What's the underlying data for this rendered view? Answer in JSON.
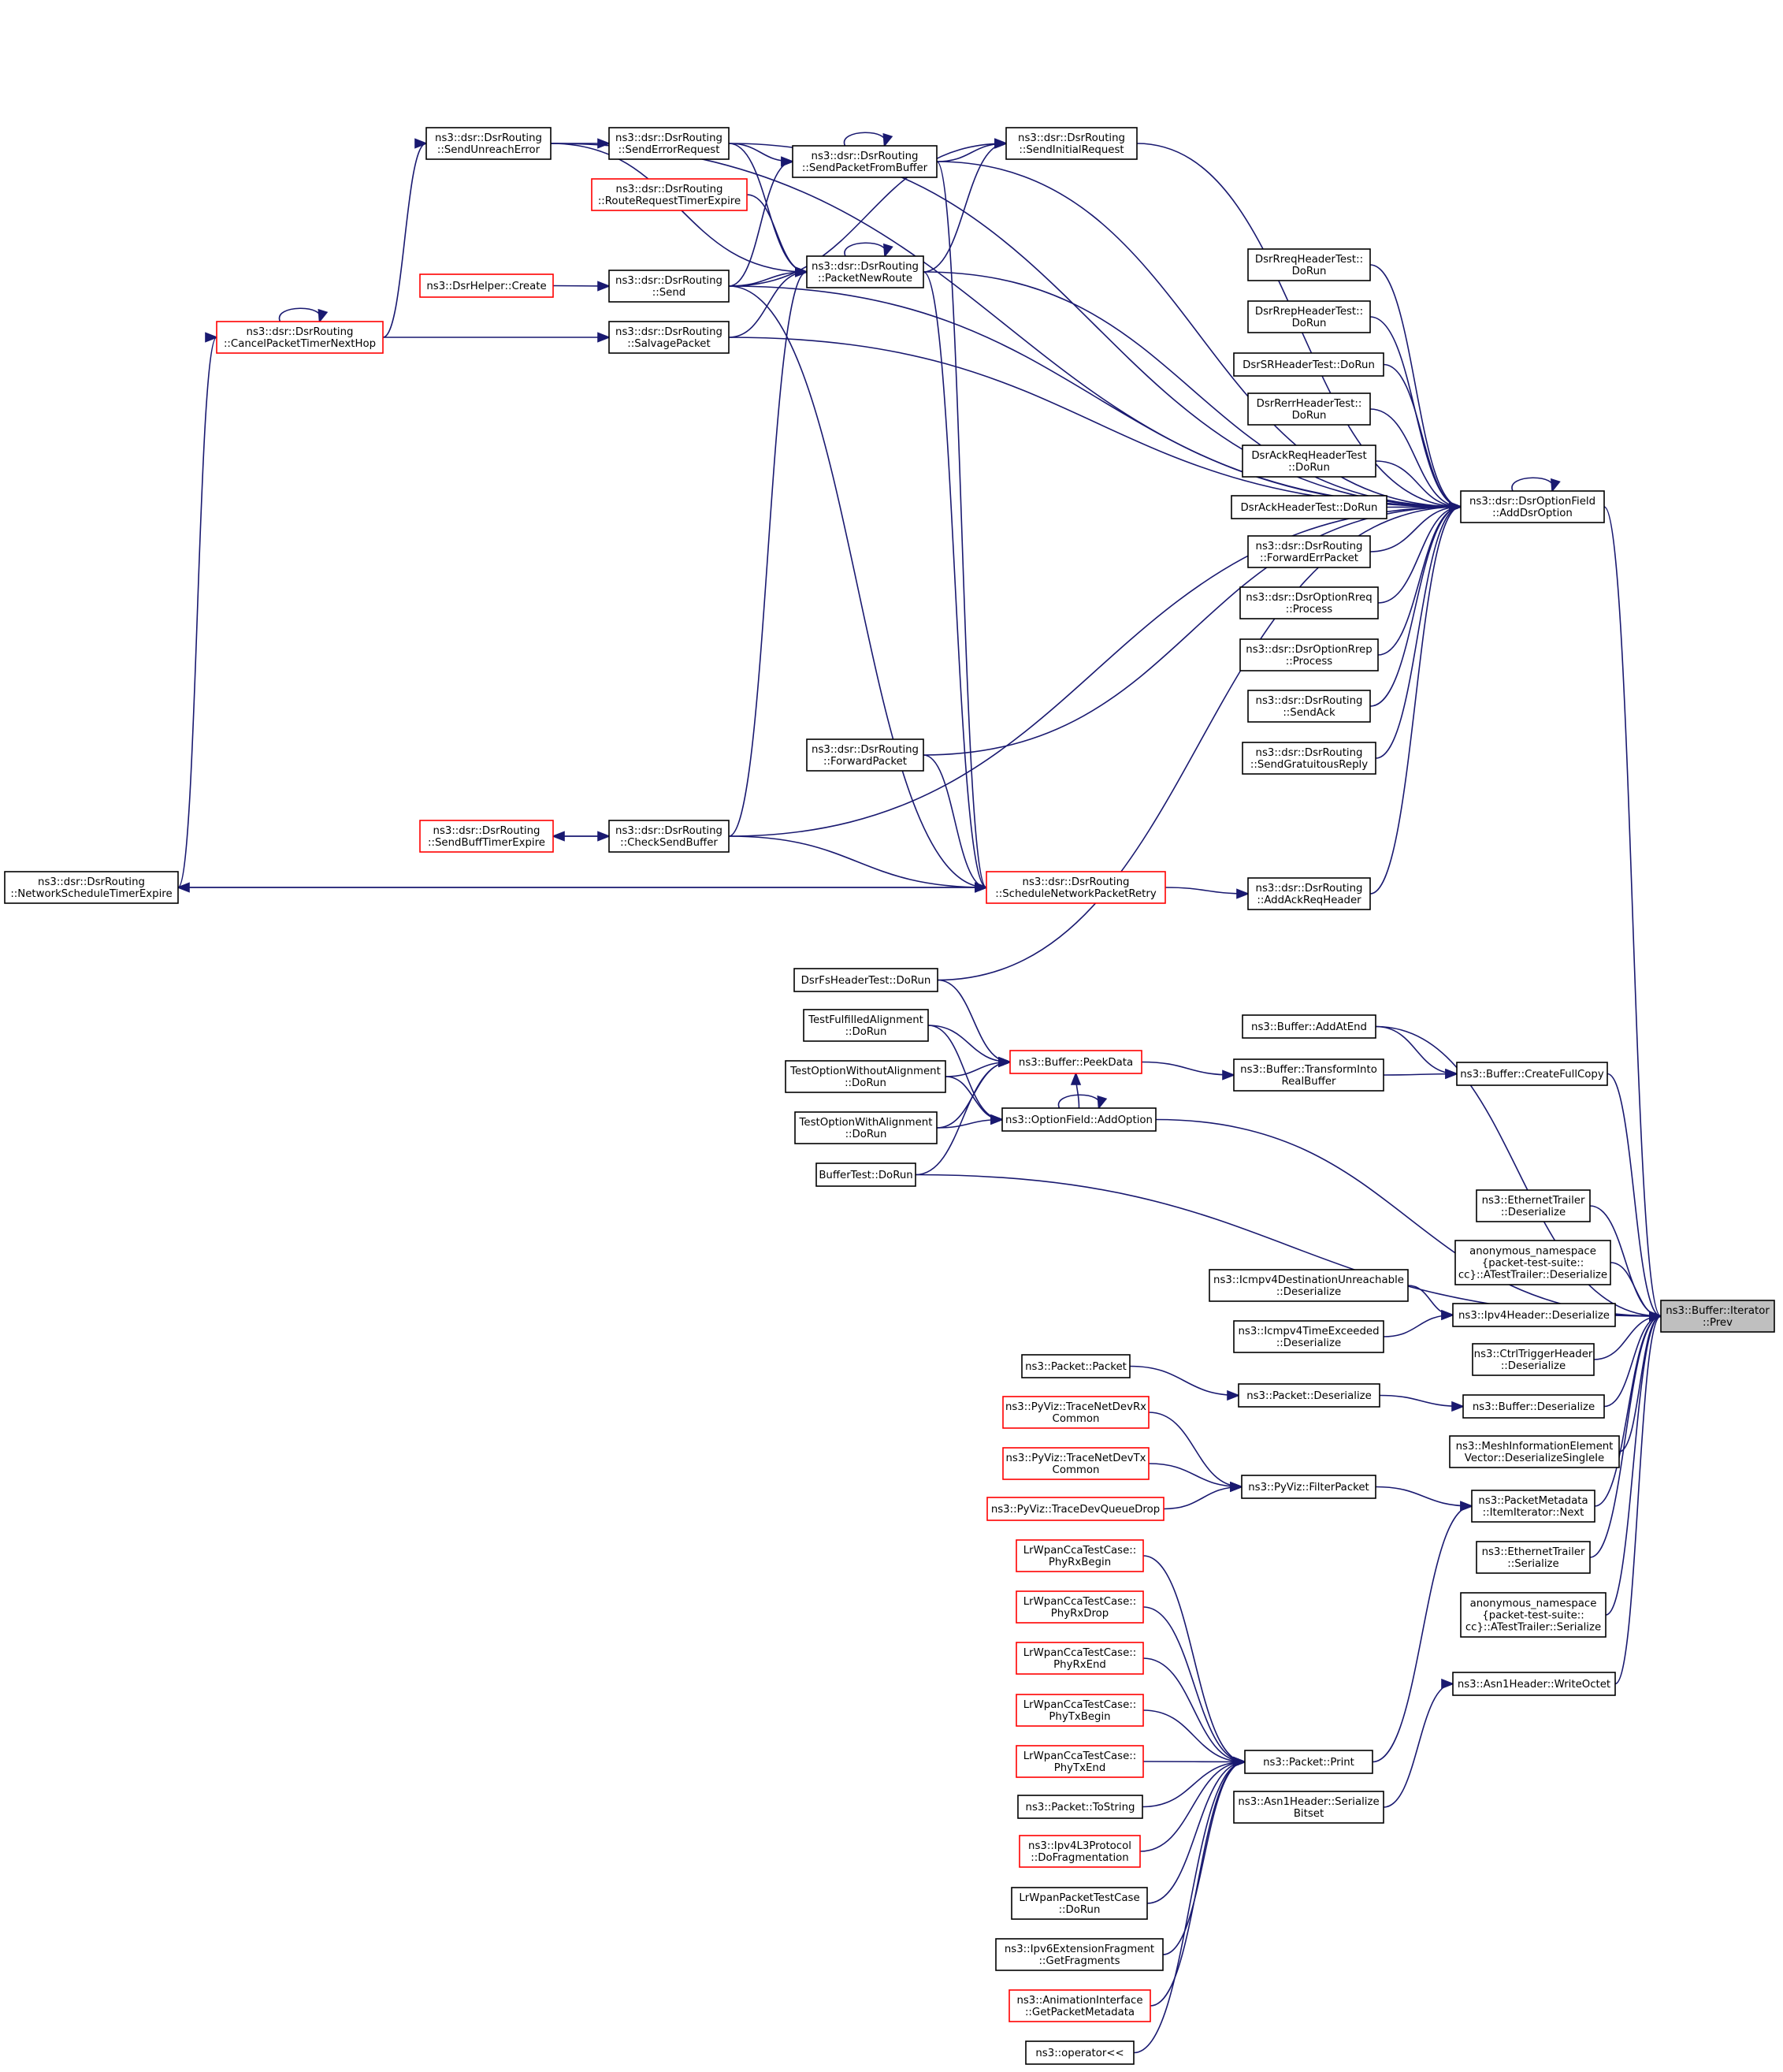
{
  "graph": {
    "current_node": "ns3::Buffer::Iterator::Prev",
    "colors": {
      "edge": "#191970",
      "node_border": "#000000",
      "red_border": "#ff0000",
      "current_fill": "#bfbfbf"
    },
    "nodes": [
      {
        "id": "prev",
        "lines": [
          "ns3::Buffer::Iterator",
          "::Prev"
        ],
        "style": "current"
      },
      {
        "id": "addDsrOption",
        "lines": [
          "ns3::dsr::DsrOptionField",
          "::AddDsrOption"
        ],
        "style": "normal"
      },
      {
        "id": "sendUnreachError",
        "lines": [
          "ns3::dsr::DsrRouting",
          "::SendUnreachError"
        ],
        "style": "normal"
      },
      {
        "id": "sendErrorRequest",
        "lines": [
          "ns3::dsr::DsrRouting",
          "::SendErrorRequest"
        ],
        "style": "normal"
      },
      {
        "id": "sendPacketFromBuffer",
        "lines": [
          "ns3::dsr::DsrRouting",
          "::SendPacketFromBuffer"
        ],
        "style": "normal"
      },
      {
        "id": "sendInitialRequest",
        "lines": [
          "ns3::dsr::DsrRouting",
          "::SendInitialRequest"
        ],
        "style": "normal"
      },
      {
        "id": "routeRequestTimerExpire",
        "lines": [
          "ns3::dsr::DsrRouting",
          "::RouteRequestTimerExpire"
        ],
        "style": "red"
      },
      {
        "id": "dsrHelperCreate",
        "lines": [
          "ns3::DsrHelper::Create"
        ],
        "style": "red"
      },
      {
        "id": "send",
        "lines": [
          "ns3::dsr::DsrRouting",
          "::Send"
        ],
        "style": "normal"
      },
      {
        "id": "packetNewRoute",
        "lines": [
          "ns3::dsr::DsrRouting",
          "::PacketNewRoute"
        ],
        "style": "normal"
      },
      {
        "id": "cancelPacketTimerNextHop",
        "lines": [
          "ns3::dsr::DsrRouting",
          "::CancelPacketTimerNextHop"
        ],
        "style": "red"
      },
      {
        "id": "salvagePacket",
        "lines": [
          "ns3::dsr::DsrRouting",
          "::SalvagePacket"
        ],
        "style": "normal"
      },
      {
        "id": "rreqTest",
        "lines": [
          "DsrRreqHeaderTest::",
          "DoRun"
        ],
        "style": "normal"
      },
      {
        "id": "rrepTest",
        "lines": [
          "DsrRrepHeaderTest::",
          "DoRun"
        ],
        "style": "normal"
      },
      {
        "id": "srTest",
        "lines": [
          "DsrSRHeaderTest::DoRun"
        ],
        "style": "normal"
      },
      {
        "id": "rerrTest",
        "lines": [
          "DsrRerrHeaderTest::",
          "DoRun"
        ],
        "style": "normal"
      },
      {
        "id": "ackReqTest",
        "lines": [
          "DsrAckReqHeaderTest",
          "::DoRun"
        ],
        "style": "normal"
      },
      {
        "id": "ackTest",
        "lines": [
          "DsrAckHeaderTest::DoRun"
        ],
        "style": "normal"
      },
      {
        "id": "forwardErrPacket",
        "lines": [
          "ns3::dsr::DsrRouting",
          "::ForwardErrPacket"
        ],
        "style": "normal"
      },
      {
        "id": "optRreqProcess",
        "lines": [
          "ns3::dsr::DsrOptionRreq",
          "::Process"
        ],
        "style": "normal"
      },
      {
        "id": "optRrepProcess",
        "lines": [
          "ns3::dsr::DsrOptionRrep",
          "::Process"
        ],
        "style": "normal"
      },
      {
        "id": "sendAck",
        "lines": [
          "ns3::dsr::DsrRouting",
          "::SendAck"
        ],
        "style": "normal"
      },
      {
        "id": "sendGratuitousReply",
        "lines": [
          "ns3::dsr::DsrRouting",
          "::SendGratuitousReply"
        ],
        "style": "normal"
      },
      {
        "id": "forwardPacket",
        "lines": [
          "ns3::dsr::DsrRouting",
          "::ForwardPacket"
        ],
        "style": "normal"
      },
      {
        "id": "sendBuffTimerExpire",
        "lines": [
          "ns3::dsr::DsrRouting",
          "::SendBuffTimerExpire"
        ],
        "style": "red"
      },
      {
        "id": "checkSendBuffer",
        "lines": [
          "ns3::dsr::DsrRouting",
          "::CheckSendBuffer"
        ],
        "style": "normal"
      },
      {
        "id": "networkScheduleTimerExpire",
        "lines": [
          "ns3::dsr::DsrRouting",
          "::NetworkScheduleTimerExpire"
        ],
        "style": "normal"
      },
      {
        "id": "scheduleNetworkPacketRetry",
        "lines": [
          "ns3::dsr::DsrRouting",
          "::ScheduleNetworkPacketRetry"
        ],
        "style": "red"
      },
      {
        "id": "addAckReqHeader",
        "lines": [
          "ns3::dsr::DsrRouting",
          "::AddAckReqHeader"
        ],
        "style": "normal"
      },
      {
        "id": "fsTest",
        "lines": [
          "DsrFsHeaderTest::DoRun"
        ],
        "style": "normal"
      },
      {
        "id": "testFulfilled",
        "lines": [
          "TestFulfilledAlignment",
          "::DoRun"
        ],
        "style": "normal"
      },
      {
        "id": "testWithout",
        "lines": [
          "TestOptionWithoutAlignment",
          "::DoRun"
        ],
        "style": "normal"
      },
      {
        "id": "testWith",
        "lines": [
          "TestOptionWithAlignment",
          "::DoRun"
        ],
        "style": "normal"
      },
      {
        "id": "bufferTest",
        "lines": [
          "BufferTest::DoRun"
        ],
        "style": "normal"
      },
      {
        "id": "peekData",
        "lines": [
          "ns3::Buffer::PeekData"
        ],
        "style": "red"
      },
      {
        "id": "addOption",
        "lines": [
          "ns3::OptionField::AddOption"
        ],
        "style": "normal"
      },
      {
        "id": "transformInto",
        "lines": [
          "ns3::Buffer::TransformInto",
          "RealBuffer"
        ],
        "style": "normal"
      },
      {
        "id": "addAtEnd",
        "lines": [
          "ns3::Buffer::AddAtEnd"
        ],
        "style": "normal"
      },
      {
        "id": "createFullCopy",
        "lines": [
          "ns3::Buffer::CreateFullCopy"
        ],
        "style": "normal"
      },
      {
        "id": "ethTrailerDeser",
        "lines": [
          "ns3::EthernetTrailer",
          "::Deserialize"
        ],
        "style": "normal"
      },
      {
        "id": "aTestTrailerDeser",
        "lines": [
          "anonymous_namespace",
          "{packet-test-suite::",
          "cc}::ATestTrailer::Deserialize"
        ],
        "style": "normal"
      },
      {
        "id": "icmpDestUnreach",
        "lines": [
          "ns3::Icmpv4DestinationUnreachable",
          "::Deserialize"
        ],
        "style": "normal"
      },
      {
        "id": "icmpTimeExceeded",
        "lines": [
          "ns3::Icmpv4TimeExceeded",
          "::Deserialize"
        ],
        "style": "normal"
      },
      {
        "id": "ipv4HeaderDeser",
        "lines": [
          "ns3::Ipv4Header::Deserialize"
        ],
        "style": "normal"
      },
      {
        "id": "ctrlTriggerDeser",
        "lines": [
          "ns3::CtrlTriggerHeader",
          "::Deserialize"
        ],
        "style": "normal"
      },
      {
        "id": "packetPacket",
        "lines": [
          "ns3::Packet::Packet"
        ],
        "style": "normal"
      },
      {
        "id": "packetDeser",
        "lines": [
          "ns3::Packet::Deserialize"
        ],
        "style": "normal"
      },
      {
        "id": "bufferDeser",
        "lines": [
          "ns3::Buffer::Deserialize"
        ],
        "style": "normal"
      },
      {
        "id": "meshInfo",
        "lines": [
          "ns3::MeshInformationElement",
          "Vector::DeserializeSingleIe"
        ],
        "style": "normal"
      },
      {
        "id": "traceRx",
        "lines": [
          "ns3::PyViz::TraceNetDevRx",
          "Common"
        ],
        "style": "red"
      },
      {
        "id": "traceTx",
        "lines": [
          "ns3::PyViz::TraceNetDevTx",
          "Common"
        ],
        "style": "red"
      },
      {
        "id": "traceQueueDrop",
        "lines": [
          "ns3::PyViz::TraceDevQueueDrop"
        ],
        "style": "red"
      },
      {
        "id": "filterPacket",
        "lines": [
          "ns3::PyViz::FilterPacket"
        ],
        "style": "normal"
      },
      {
        "id": "itemIterNext",
        "lines": [
          "ns3::PacketMetadata",
          "::ItemIterator::Next"
        ],
        "style": "normal"
      },
      {
        "id": "ethTrailerSer",
        "lines": [
          "ns3::EthernetTrailer",
          "::Serialize"
        ],
        "style": "normal"
      },
      {
        "id": "aTestTrailerSer",
        "lines": [
          "anonymous_namespace",
          "{packet-test-suite::",
          "cc}::ATestTrailer::Serialize"
        ],
        "style": "normal"
      },
      {
        "id": "writeOctet",
        "lines": [
          "ns3::Asn1Header::WriteOctet"
        ],
        "style": "normal"
      },
      {
        "id": "phyRxBegin",
        "lines": [
          "LrWpanCcaTestCase::",
          "PhyRxBegin"
        ],
        "style": "red"
      },
      {
        "id": "phyRxDrop",
        "lines": [
          "LrWpanCcaTestCase::",
          "PhyRxDrop"
        ],
        "style": "red"
      },
      {
        "id": "phyRxEnd",
        "lines": [
          "LrWpanCcaTestCase::",
          "PhyRxEnd"
        ],
        "style": "red"
      },
      {
        "id": "phyTxBegin",
        "lines": [
          "LrWpanCcaTestCase::",
          "PhyTxBegin"
        ],
        "style": "red"
      },
      {
        "id": "phyTxEnd",
        "lines": [
          "LrWpanCcaTestCase::",
          "PhyTxEnd"
        ],
        "style": "red"
      },
      {
        "id": "packetToString",
        "lines": [
          "ns3::Packet::ToString"
        ],
        "style": "normal"
      },
      {
        "id": "doFragmentation",
        "lines": [
          "ns3::Ipv4L3Protocol",
          "::DoFragmentation"
        ],
        "style": "red"
      },
      {
        "id": "lrWpanPacketTest",
        "lines": [
          "LrWpanPacketTestCase",
          "::DoRun"
        ],
        "style": "normal"
      },
      {
        "id": "getFragments",
        "lines": [
          "ns3::Ipv6ExtensionFragment",
          "::GetFragments"
        ],
        "style": "normal"
      },
      {
        "id": "getPacketMetadata",
        "lines": [
          "ns3::AnimationInterface",
          "::GetPacketMetadata"
        ],
        "style": "red"
      },
      {
        "id": "operatorOut",
        "lines": [
          "ns3::operator<<"
        ],
        "style": "normal"
      },
      {
        "id": "packetPrint",
        "lines": [
          "ns3::Packet::Print"
        ],
        "style": "normal"
      },
      {
        "id": "serializeBitset",
        "lines": [
          "ns3::Asn1Header::Serialize",
          "Bitset"
        ],
        "style": "normal"
      }
    ],
    "edges": [
      [
        "addDsrOption",
        "prev"
      ],
      [
        "createFullCopy",
        "prev"
      ],
      [
        "addOption",
        "prev"
      ],
      [
        "bufferTest",
        "prev"
      ],
      [
        "ethTrailerDeser",
        "prev"
      ],
      [
        "aTestTrailerDeser",
        "prev"
      ],
      [
        "ipv4HeaderDeser",
        "prev"
      ],
      [
        "ctrlTriggerDeser",
        "prev"
      ],
      [
        "bufferDeser",
        "prev"
      ],
      [
        "meshInfo",
        "prev"
      ],
      [
        "itemIterNext",
        "prev"
      ],
      [
        "ethTrailerSer",
        "prev"
      ],
      [
        "aTestTrailerSer",
        "prev"
      ],
      [
        "writeOctet",
        "prev"
      ],
      [
        "sendUnreachError",
        "addDsrOption"
      ],
      [
        "sendErrorRequest",
        "addDsrOption"
      ],
      [
        "sendPacketFromBuffer",
        "addDsrOption"
      ],
      [
        "sendInitialRequest",
        "addDsrOption"
      ],
      [
        "packetNewRoute",
        "addDsrOption"
      ],
      [
        "send",
        "addDsrOption"
      ],
      [
        "salvagePacket",
        "addDsrOption"
      ],
      [
        "rreqTest",
        "addDsrOption"
      ],
      [
        "rrepTest",
        "addDsrOption"
      ],
      [
        "srTest",
        "addDsrOption"
      ],
      [
        "rerrTest",
        "addDsrOption"
      ],
      [
        "ackReqTest",
        "addDsrOption"
      ],
      [
        "ackTest",
        "addDsrOption"
      ],
      [
        "forwardErrPacket",
        "addDsrOption"
      ],
      [
        "optRreqProcess",
        "addDsrOption"
      ],
      [
        "optRrepProcess",
        "addDsrOption"
      ],
      [
        "sendAck",
        "addDsrOption"
      ],
      [
        "sendGratuitousReply",
        "addDsrOption"
      ],
      [
        "forwardPacket",
        "addDsrOption"
      ],
      [
        "addAckReqHeader",
        "addDsrOption"
      ],
      [
        "checkSendBuffer",
        "addDsrOption"
      ],
      [
        "fsTest",
        "addDsrOption"
      ],
      [
        "addDsrOption",
        "addDsrOption"
      ],
      [
        "sendUnreachError",
        "sendErrorRequest"
      ],
      [
        "cancelPacketTimerNextHop",
        "sendUnreachError"
      ],
      [
        "cancelPacketTimerNextHop",
        "cancelPacketTimerNextHop"
      ],
      [
        "networkScheduleTimerExpire",
        "cancelPacketTimerNextHop"
      ],
      [
        "cancelPacketTimerNextHop",
        "salvagePacket"
      ],
      [
        "sendErrorRequest",
        "sendPacketFromBuffer"
      ],
      [
        "sendPacketFromBuffer",
        "sendPacketFromBuffer"
      ],
      [
        "sendPacketFromBuffer",
        "sendInitialRequest"
      ],
      [
        "sendUnreachError",
        "packetNewRoute"
      ],
      [
        "sendErrorRequest",
        "packetNewRoute"
      ],
      [
        "routeRequestTimerExpire",
        "packetNewRoute"
      ],
      [
        "send",
        "packetNewRoute"
      ],
      [
        "salvagePacket",
        "packetNewRoute"
      ],
      [
        "checkSendBuffer",
        "packetNewRoute"
      ],
      [
        "packetNewRoute",
        "packetNewRoute"
      ],
      [
        "send",
        "sendPacketFromBuffer"
      ],
      [
        "send",
        "sendInitialRequest"
      ],
      [
        "packetNewRoute",
        "sendInitialRequest"
      ],
      [
        "dsrHelperCreate",
        "send"
      ],
      [
        "checkSendBuffer",
        "sendBuffTimerExpire"
      ],
      [
        "sendBuffTimerExpire",
        "checkSendBuffer"
      ],
      [
        "scheduleNetworkPacketRetry",
        "networkScheduleTimerExpire"
      ],
      [
        "networkScheduleTimerExpire",
        "scheduleNetworkPacketRetry"
      ],
      [
        "scheduleNetworkPacketRetry",
        "addAckReqHeader"
      ],
      [
        "forwardPacket",
        "scheduleNetworkPacketRetry"
      ],
      [
        "packetNewRoute",
        "scheduleNetworkPacketRetry"
      ],
      [
        "send",
        "scheduleNetworkPacketRetry"
      ],
      [
        "sendPacketFromBuffer",
        "scheduleNetworkPacketRetry"
      ],
      [
        "checkSendBuffer",
        "scheduleNetworkPacketRetry"
      ],
      [
        "fsTest",
        "peekData"
      ],
      [
        "testFulfilled",
        "peekData"
      ],
      [
        "testWithout",
        "peekData"
      ],
      [
        "testWith",
        "peekData"
      ],
      [
        "bufferTest",
        "peekData"
      ],
      [
        "addOption",
        "peekData"
      ],
      [
        "testFulfilled",
        "addOption"
      ],
      [
        "testWithout",
        "addOption"
      ],
      [
        "testWith",
        "addOption"
      ],
      [
        "addOption",
        "addOption"
      ],
      [
        "peekData",
        "transformInto"
      ],
      [
        "transformInto",
        "createFullCopy"
      ],
      [
        "addAtEnd",
        "createFullCopy"
      ],
      [
        "addAtEnd",
        "prev"
      ],
      [
        "icmpDestUnreach",
        "ipv4HeaderDeser"
      ],
      [
        "icmpTimeExceeded",
        "ipv4HeaderDeser"
      ],
      [
        "packetPacket",
        "packetDeser"
      ],
      [
        "packetDeser",
        "bufferDeser"
      ],
      [
        "traceRx",
        "filterPacket"
      ],
      [
        "traceTx",
        "filterPacket"
      ],
      [
        "traceQueueDrop",
        "filterPacket"
      ],
      [
        "filterPacket",
        "itemIterNext"
      ],
      [
        "phyRxBegin",
        "packetPrint"
      ],
      [
        "phyRxDrop",
        "packetPrint"
      ],
      [
        "phyRxEnd",
        "packetPrint"
      ],
      [
        "phyTxBegin",
        "packetPrint"
      ],
      [
        "phyTxEnd",
        "packetPrint"
      ],
      [
        "packetToString",
        "packetPrint"
      ],
      [
        "doFragmentation",
        "packetPrint"
      ],
      [
        "lrWpanPacketTest",
        "packetPrint"
      ],
      [
        "getFragments",
        "packetPrint"
      ],
      [
        "getPacketMetadata",
        "packetPrint"
      ],
      [
        "operatorOut",
        "packetPrint"
      ],
      [
        "packetPrint",
        "itemIterNext"
      ],
      [
        "serializeBitset",
        "writeOctet"
      ]
    ]
  }
}
